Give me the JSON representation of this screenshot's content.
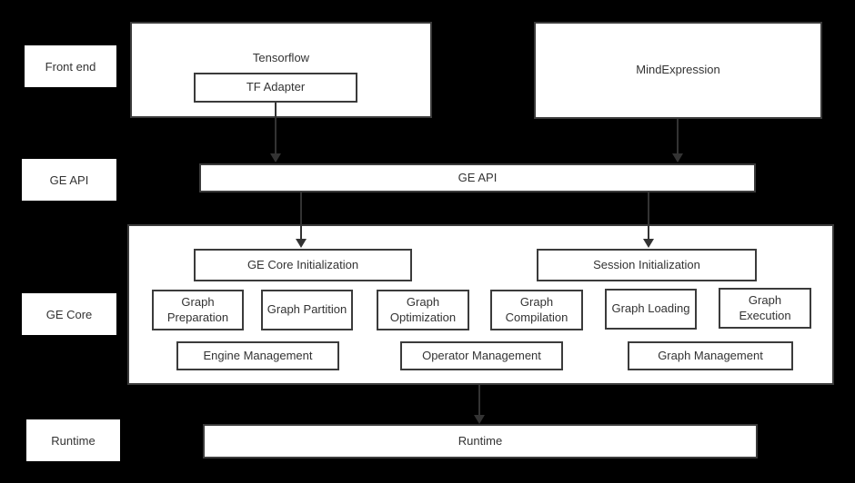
{
  "diagram": {
    "row_labels": [
      {
        "label": "Front end"
      },
      {
        "label": "GE API"
      },
      {
        "label": "GE Core"
      },
      {
        "label": "Runtime"
      }
    ],
    "frontend": {
      "tensorflow": "Tensorflow",
      "tf_adapter": "TF Adapter",
      "mindexpression": "MindExpression"
    },
    "ge_api_bar": "GE API",
    "ge_core": {
      "init_boxes": [
        "GE Core Initialization",
        "Session Initialization"
      ],
      "stage_boxes": [
        "Graph Preparation",
        "Graph Partition",
        "Graph Optimization",
        "Graph Compilation",
        "Graph Loading",
        "Graph Execution"
      ],
      "management_boxes": [
        "Engine Management",
        "Operator Management",
        "Graph Management"
      ]
    },
    "runtime_bar": "Runtime",
    "colors": {
      "background": "#000000",
      "box_fill": "#ffffff",
      "box_border": "#3b3b3b",
      "text": "#333333",
      "arrow": "#333333"
    }
  }
}
